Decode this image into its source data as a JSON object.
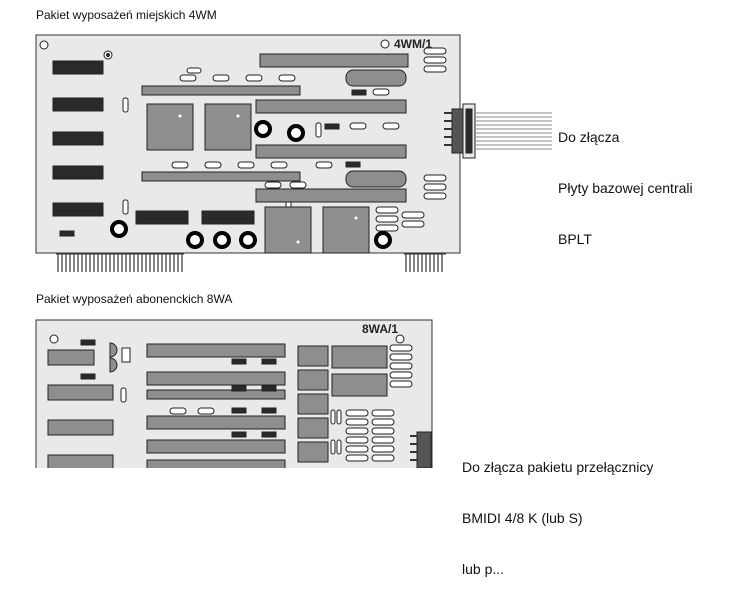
{
  "board1": {
    "title": "Pakiet wyposażeń miejskich 4WM",
    "label": "4WM/1",
    "note_lines": [
      "Do złącza",
      "Płyty bazowej centrali",
      "BPLT"
    ]
  },
  "board2": {
    "title": "Pakiet wyposażeń abonenckich 8WA",
    "label": "8WA/1",
    "note_lines": [
      "Do złącza pakietu przełącznicy",
      "BMIDI 4/8 K (lub S)",
      "lub p..."
    ]
  },
  "colors": {
    "board": "#e9e9e9",
    "chip_dark": "#2a2a2a",
    "module": "#8e8e8e",
    "outline": "#222222"
  }
}
